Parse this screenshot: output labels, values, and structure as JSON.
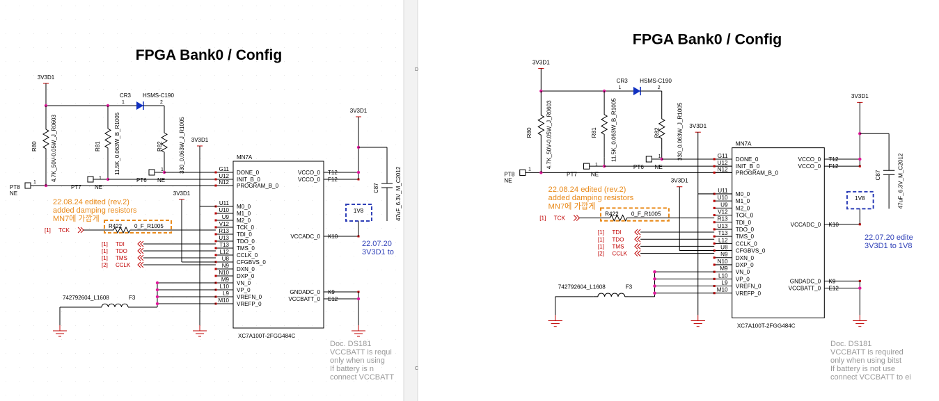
{
  "title": "FPGA Bank0 / Config",
  "ref": {
    "net_3v3": "3V3D1",
    "led_ref": "CR3",
    "led_part": "HSMS-C190",
    "pin1": "1",
    "pin2": "2",
    "r80": {
      "ref": "R80",
      "value": "4.7K_50V-0.05W_J_R0603"
    },
    "r81": {
      "ref": "R81",
      "value": "11.5K_0.063W_B_R1005"
    },
    "r82": {
      "ref": "R82",
      "value": "330_0.063W_J_R1005"
    },
    "pt8": "PT8",
    "pt7": "PT7",
    "pt6": "PT6",
    "ne": "NE",
    "chip_ref": "MN7A",
    "chip_part": "XC7A100T-2FGG484C",
    "c87_ref": "C87",
    "c87_value": "47uF_6.3V_M_C2012",
    "r422_ref": "R422",
    "r422_value": "0_F_R1005",
    "v1v8": "1V8",
    "ind_part": "742792604_L1608",
    "ind_ref": "F3"
  },
  "pins_left": [
    {
      "num": "G11",
      "name": "DONE_0"
    },
    {
      "num": "U12",
      "name": "INIT_B_0"
    },
    {
      "num": "N12",
      "name": "PROGRAM_B_0"
    },
    {
      "num": "U11",
      "name": "M0_0"
    },
    {
      "num": "U10",
      "name": "M1_0"
    },
    {
      "num": "U9",
      "name": "M2_0"
    },
    {
      "num": "V12",
      "name": "TCK_0"
    },
    {
      "num": "R13",
      "name": "TDI_0"
    },
    {
      "num": "U13",
      "name": "TDO_0"
    },
    {
      "num": "T13",
      "name": "TMS_0"
    },
    {
      "num": "L12",
      "name": "CCLK_0"
    },
    {
      "num": "U8",
      "name": "CFGBVS_0"
    },
    {
      "num": "N9",
      "name": "DXN_0"
    },
    {
      "num": "N10",
      "name": "DXP_0"
    },
    {
      "num": "M9",
      "name": "VN_0"
    },
    {
      "num": "L10",
      "name": "VP_0"
    },
    {
      "num": "L9",
      "name": "VREFN_0"
    },
    {
      "num": "M10",
      "name": "VREFP_0"
    }
  ],
  "pins_right": [
    {
      "num": "T12",
      "name": "VCCO_0"
    },
    {
      "num": "F12",
      "name": "VCCO_0"
    },
    {
      "num": "K10",
      "name": "VCCADC_0"
    },
    {
      "num": "K9",
      "name": "GNDADC_0"
    },
    {
      "num": "E12",
      "name": "VCCBATT_0"
    }
  ],
  "signals": [
    {
      "sheet": "[1]",
      "name": "TCK"
    },
    {
      "sheet": "[1]",
      "name": "TDI"
    },
    {
      "sheet": "[1]",
      "name": "TDO"
    },
    {
      "sheet": "[1]",
      "name": "TMS"
    },
    {
      "sheet": "[2]",
      "name": "CCLK"
    }
  ],
  "notes": {
    "edit_note_line1": "22.08.24 edited (rev.2)",
    "edit_note_line2": "added damping resistors",
    "edit_note_line3": "MN7에 가깝게",
    "left_edit_cut": "22.07.20",
    "left_edit_cut2": "3V3D1 to",
    "right_edit_line1": "22.07.20 edite",
    "right_edit_line2": "3V3D1 to 1V8",
    "left_doc": [
      "Doc. DS181",
      "VCCBATT is requi",
      "only when using",
      "If battery is n",
      "connect VCCBATT"
    ],
    "right_doc": [
      "Doc. DS181",
      "VCCBATT is required",
      "only when using bitst",
      "If battery is not use",
      "connect VCCBATT to ei"
    ]
  },
  "colors": {
    "wire": "#000000",
    "junction": "#e0199a",
    "pinmark": "#c00000",
    "orange": "#e98a1a",
    "blue": "#2f40b8",
    "led": "#1030c0",
    "ground": "#c00000",
    "gray": "#999999",
    "divider": "#d8d8d8"
  }
}
